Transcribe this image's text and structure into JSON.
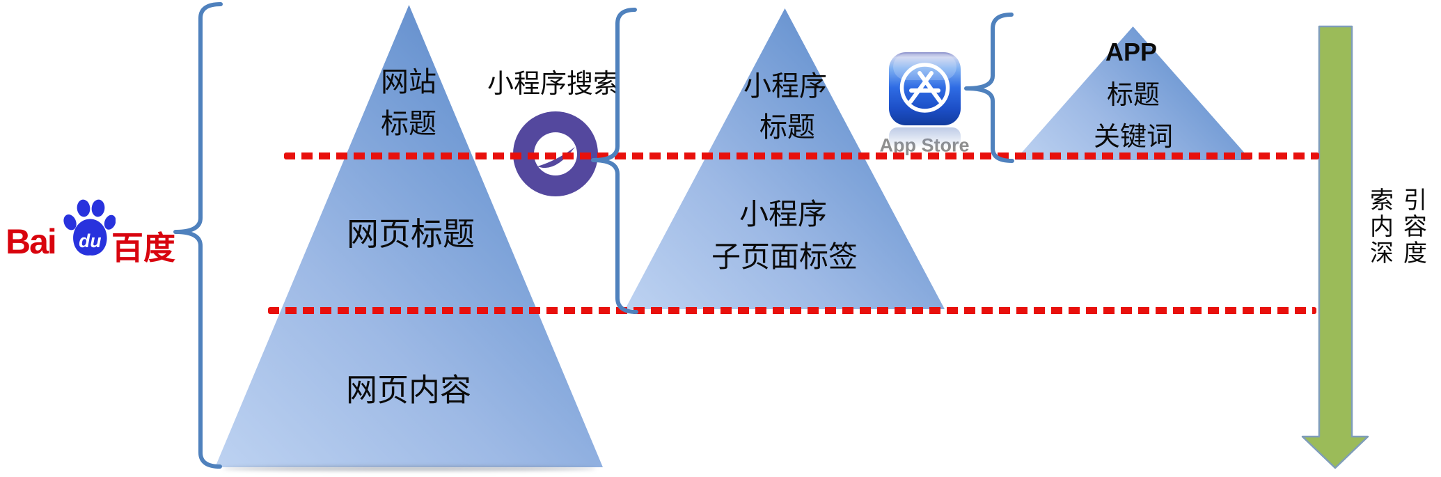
{
  "baidu": {
    "latin": "Bai",
    "du": "du",
    "cn": "百度"
  },
  "pyramids": {
    "baidu": {
      "levels": [
        {
          "lines": [
            "网站",
            "标题"
          ]
        },
        {
          "lines": [
            "网页标题"
          ]
        },
        {
          "lines": [
            "网页内容"
          ]
        }
      ]
    },
    "mini_program": {
      "label": "小程序搜索",
      "levels": [
        {
          "lines": [
            "小程序",
            "标题"
          ]
        },
        {
          "lines": [
            "小程序",
            "子页面标签"
          ]
        }
      ]
    },
    "app": {
      "caption": "App Store",
      "levels": [
        {
          "lines": [
            "APP",
            "标题",
            "关键词"
          ]
        }
      ]
    }
  },
  "axis": {
    "rows": [
      "索引",
      "内容",
      "深度"
    ]
  },
  "colors": {
    "red_dashed_line": "#e8100c",
    "pyramid_light": "#bdd2f1",
    "pyramid_dark": "#4d79bd",
    "brace_blue": "#4f81bd",
    "arrow_fill": "#9bbb59",
    "arrow_stroke": "#7f9db9",
    "baidu_red": "#d8040e",
    "baidu_blue": "#2832dd",
    "mini_program_purple": "#54489e",
    "appstore_caption_gray": "#8f8f8f"
  }
}
